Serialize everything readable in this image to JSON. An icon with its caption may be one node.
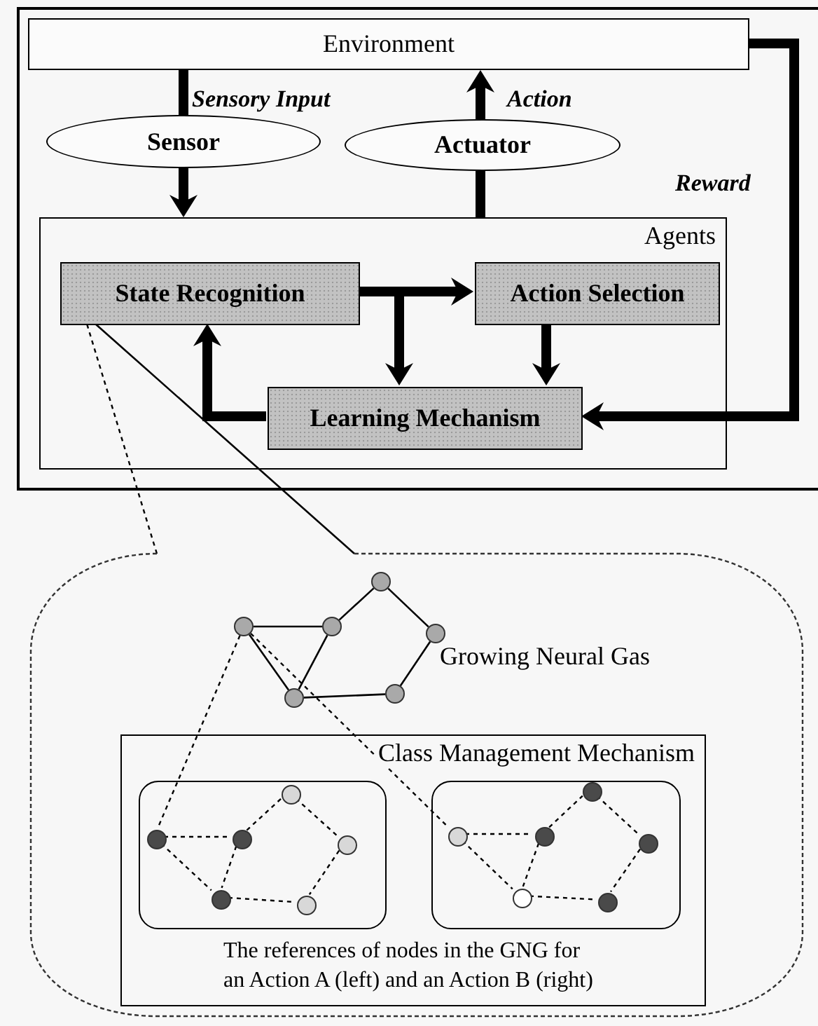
{
  "diagram": {
    "nodes": [
      {
        "text": [
          "Environment"
        ]
      },
      {
        "text": [
          "Sensor"
        ]
      },
      {
        "text": [
          "Actuator"
        ]
      },
      {
        "text": [
          "Agents"
        ]
      },
      {
        "text": [
          "State Recognition"
        ],
        "in": 3
      },
      {
        "text": [
          "Action Selection"
        ],
        "in": 3
      },
      {
        "text": [
          "Learning Mechanism"
        ],
        "in": 3
      },
      {
        "text": [],
        "shape": "bubble"
      },
      {
        "text": [],
        "shape": "circle",
        "in": 7
      },
      {
        "text": [],
        "shape": "circle",
        "in": 7
      },
      {
        "text": [],
        "shape": "circle",
        "in": 7
      },
      {
        "text": [],
        "shape": "circle",
        "in": 7
      },
      {
        "text": [],
        "shape": "circle",
        "in": 7
      },
      {
        "text": [],
        "shape": "circle",
        "in": 7
      },
      {
        "text": [
          "Class Management Mechanism",
          "The references of nodes in the GNG for an Action A (left) and an Action B (right)"
        ],
        "in": 7
      },
      {
        "text": [],
        "shape": "box",
        "in": 14
      },
      {
        "text": [],
        "shape": "box",
        "in": 14
      },
      {
        "text": [],
        "shape": "circle",
        "in": 15
      },
      {
        "text": [],
        "shape": "circle",
        "in": 15
      },
      {
        "text": [],
        "shape": "circle",
        "in": 15
      },
      {
        "text": [],
        "shape": "circle",
        "in": 15
      },
      {
        "text": [],
        "shape": "circle",
        "in": 15
      },
      {
        "text": [],
        "shape": "circle",
        "in": 15
      },
      {
        "text": [],
        "shape": "circle",
        "in": 16
      },
      {
        "text": [],
        "shape": "circle",
        "in": 16
      },
      {
        "text": [],
        "shape": "circle",
        "in": 16
      },
      {
        "text": [],
        "shape": "circle",
        "in": 16
      },
      {
        "text": [],
        "shape": "circle",
        "in": 16
      },
      {
        "text": [],
        "shape": "circle",
        "in": 16
      }
    ],
    "edges": [
      {
        "from": 0,
        "to": 1,
        "arrow": "none",
        "style": "thick",
        "label": "Sensory Input"
      },
      {
        "from": 1,
        "to": 3,
        "arrow": "to",
        "style": "thick"
      },
      {
        "from": 3,
        "to": 2,
        "arrow": "none",
        "style": "thick"
      },
      {
        "from": 2,
        "to": 0,
        "arrow": "to",
        "style": "thick",
        "label": "Action"
      },
      {
        "from": 0,
        "to": 6,
        "arrow": "to",
        "style": "thick",
        "label": "Reward"
      },
      {
        "from": 4,
        "to": 5,
        "arrow": "to",
        "style": "thick"
      },
      {
        "from": 4,
        "to": 6,
        "arrow": "to",
        "style": "thick"
      },
      {
        "from": 5,
        "to": 6,
        "arrow": "to",
        "style": "thick"
      },
      {
        "from": 6,
        "to": 4,
        "arrow": "to",
        "style": "thick"
      },
      {
        "from": 7,
        "to": 4,
        "arrow": "none",
        "style": "dashed"
      },
      {
        "from": 7,
        "to": 4,
        "arrow": "none"
      },
      {
        "from": 8,
        "to": 10,
        "arrow": "none"
      },
      {
        "from": 8,
        "to": 9,
        "arrow": "none"
      },
      {
        "from": 10,
        "to": 11,
        "arrow": "none"
      },
      {
        "from": 10,
        "to": 9,
        "arrow": "none"
      },
      {
        "from": 11,
        "to": 13,
        "arrow": "none"
      },
      {
        "from": 13,
        "to": 12,
        "arrow": "none"
      },
      {
        "from": 9,
        "to": 12,
        "arrow": "none"
      },
      {
        "from": 17,
        "to": 19,
        "arrow": "none",
        "style": "dashed"
      },
      {
        "from": 17,
        "to": 18,
        "arrow": "none",
        "style": "dashed"
      },
      {
        "from": 19,
        "to": 20,
        "arrow": "none",
        "style": "dashed"
      },
      {
        "from": 19,
        "to": 18,
        "arrow": "none",
        "style": "dashed"
      },
      {
        "from": 20,
        "to": 22,
        "arrow": "none",
        "style": "dashed"
      },
      {
        "from": 22,
        "to": 21,
        "arrow": "none",
        "style": "dashed"
      },
      {
        "from": 18,
        "to": 21,
        "arrow": "none",
        "style": "dashed"
      },
      {
        "from": 23,
        "to": 25,
        "arrow": "none",
        "style": "dashed"
      },
      {
        "from": 23,
        "to": 24,
        "arrow": "none",
        "style": "dashed"
      },
      {
        "from": 25,
        "to": 26,
        "arrow": "none",
        "style": "dashed"
      },
      {
        "from": 25,
        "to": 24,
        "arrow": "none",
        "style": "dashed"
      },
      {
        "from": 26,
        "to": 28,
        "arrow": "none",
        "style": "dashed"
      },
      {
        "from": 28,
        "to": 27,
        "arrow": "none",
        "style": "dashed"
      },
      {
        "from": 24,
        "to": 27,
        "arrow": "none",
        "style": "dashed"
      },
      {
        "from": 8,
        "to": 17,
        "arrow": "none",
        "style": "dashed"
      },
      {
        "from": 8,
        "to": 23,
        "arrow": "none",
        "style": "dashed"
      }
    ],
    "labels": [
      "Growing Neural Gas"
    ]
  }
}
